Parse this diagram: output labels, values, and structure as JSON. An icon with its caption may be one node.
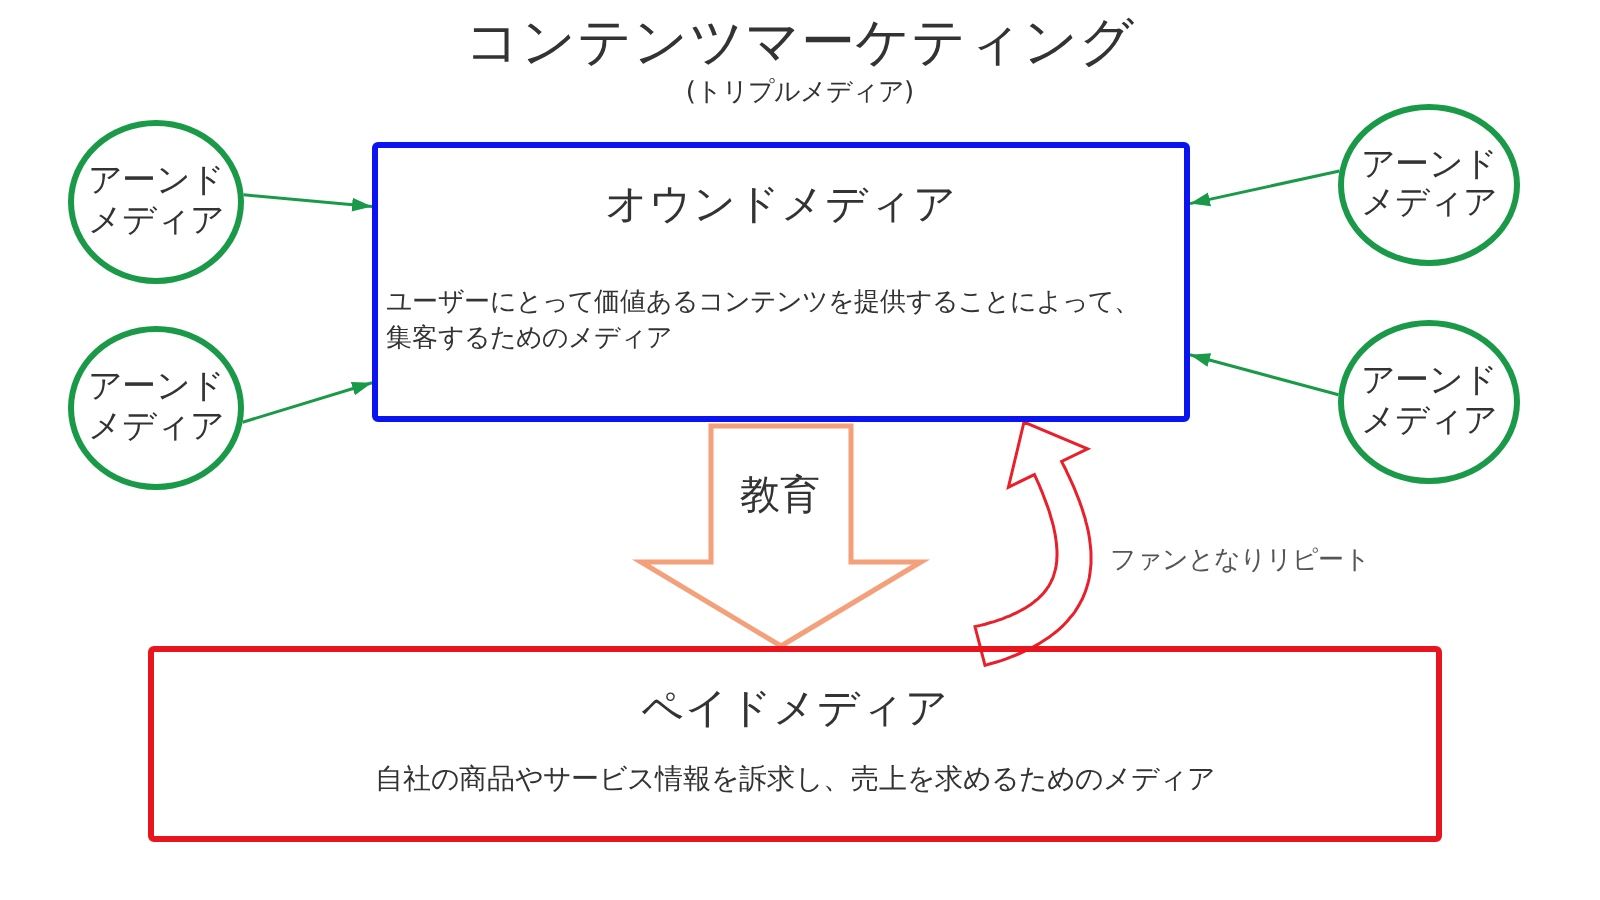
{
  "diagram": {
    "title": "コンテンツマーケティング",
    "nodes": [
      {
        "text": [
          "アーンドメディア"
        ]
      },
      {
        "text": [
          "オウンドメディア",
          "ユーザーにとって価値あるコンテンツを提供することによって、集客するためのメディア"
        ]
      },
      {
        "text": [
          "アーンドメディア"
        ]
      },
      {
        "text": [
          "アーンドメディア"
        ]
      },
      {
        "text": [
          "アーンドメディア"
        ]
      },
      {
        "text": [
          "ペイドメディア",
          "自社の商品やサービス情報を訴求し、売上を求めるためのメディア"
        ]
      }
    ],
    "edges": [
      {
        "from": 0,
        "to": 1,
        "arrow": "to"
      },
      {
        "from": 2,
        "to": 1,
        "arrow": "to"
      },
      {
        "from": 3,
        "to": 1,
        "arrow": "to"
      },
      {
        "from": 4,
        "to": 1,
        "arrow": "to"
      },
      {
        "from": 1,
        "to": 5,
        "arrow": "to",
        "label": "教育",
        "style": "thick",
        "color": "#f4a07a"
      },
      {
        "from": 5,
        "to": 1,
        "arrow": "to",
        "label": "ファンとなりリピート",
        "style": "thick",
        "color": "#e8202a"
      }
    ],
    "labels": [
      "(トリプルメディア)"
    ]
  }
}
